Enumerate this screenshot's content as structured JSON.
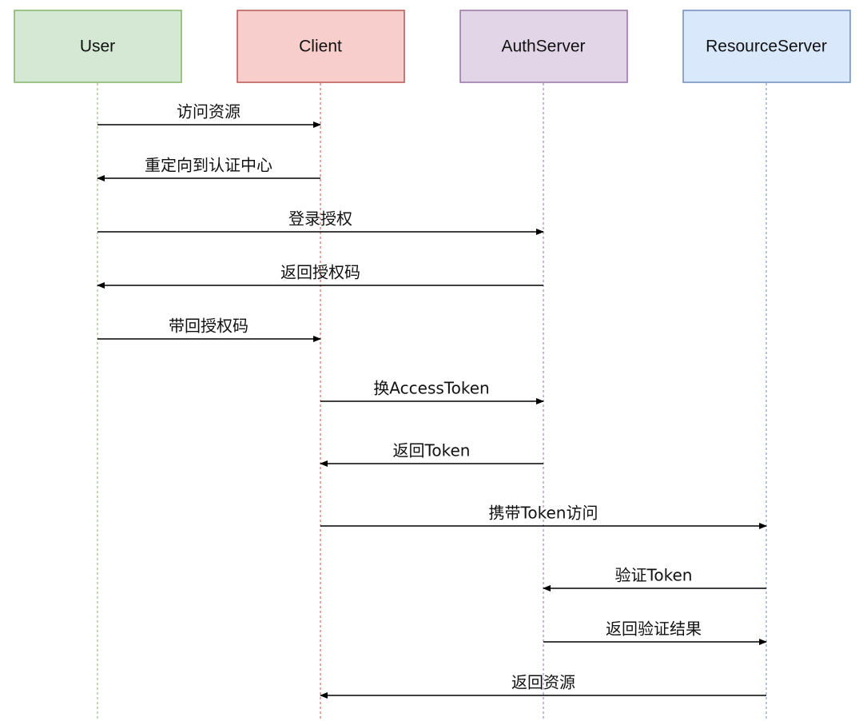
{
  "actors": [
    {
      "id": "user",
      "label": "User",
      "fill": "#d5e8d4",
      "stroke": "#82b366",
      "line_color": "#82b366"
    },
    {
      "id": "client",
      "label": "Client",
      "fill": "#f8cecc",
      "stroke": "#b85450",
      "line_color": "#b85450"
    },
    {
      "id": "auth",
      "label": "AuthServer",
      "fill": "#e1d5e7",
      "stroke": "#9673a6",
      "line_color": "#9673a6"
    },
    {
      "id": "resource",
      "label": "ResourceServer",
      "fill": "#dae8fc",
      "stroke": "#6c8ebf",
      "line_color": "#6c8ebf"
    }
  ],
  "messages": [
    {
      "from": "user",
      "to": "client",
      "label": "访问资源"
    },
    {
      "from": "client",
      "to": "user",
      "label": "重定向到认证中心"
    },
    {
      "from": "user",
      "to": "auth",
      "label": "登录授权"
    },
    {
      "from": "auth",
      "to": "user",
      "label": "返回授权码"
    },
    {
      "from": "user",
      "to": "client",
      "label": "带回授权码"
    },
    {
      "from": "client",
      "to": "auth",
      "label": "换AccessToken"
    },
    {
      "from": "auth",
      "to": "client",
      "label": "返回Token"
    },
    {
      "from": "client",
      "to": "resource",
      "label": "携带Token访问"
    },
    {
      "from": "resource",
      "to": "auth",
      "label": "验证Token"
    },
    {
      "from": "auth",
      "to": "resource",
      "label": "返回验证结果"
    },
    {
      "from": "resource",
      "to": "client",
      "label": "返回资源"
    }
  ],
  "colors": {
    "arrow": "#000000",
    "text": "#111111"
  }
}
